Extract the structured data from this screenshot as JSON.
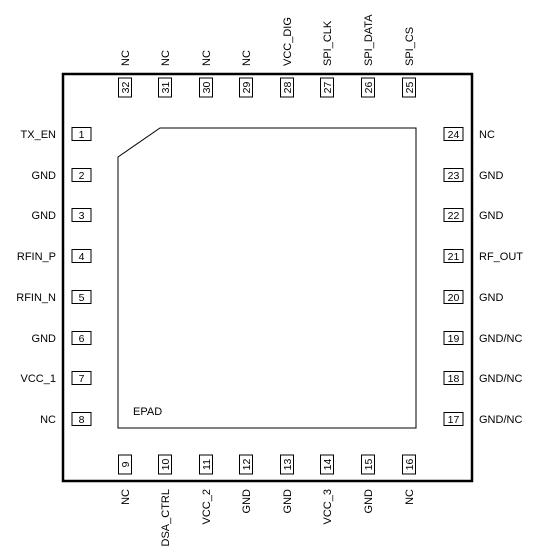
{
  "package": {
    "epad_label": "EPAD"
  },
  "pins": {
    "left": [
      {
        "number": "1",
        "name": "TX_EN"
      },
      {
        "number": "2",
        "name": "GND"
      },
      {
        "number": "3",
        "name": "GND"
      },
      {
        "number": "4",
        "name": "RFIN_P"
      },
      {
        "number": "5",
        "name": "RFIN_N"
      },
      {
        "number": "6",
        "name": "GND"
      },
      {
        "number": "7",
        "name": "VCC_1"
      },
      {
        "number": "8",
        "name": "NC"
      }
    ],
    "bottom": [
      {
        "number": "9",
        "name": "NC"
      },
      {
        "number": "10",
        "name": "DSA_CTRL"
      },
      {
        "number": "11",
        "name": "VCC_2"
      },
      {
        "number": "12",
        "name": "GND"
      },
      {
        "number": "13",
        "name": "GND"
      },
      {
        "number": "14",
        "name": "VCC_3"
      },
      {
        "number": "15",
        "name": "GND"
      },
      {
        "number": "16",
        "name": "NC"
      }
    ],
    "right": [
      {
        "number": "17",
        "name": "GND/NC"
      },
      {
        "number": "18",
        "name": "GND/NC"
      },
      {
        "number": "19",
        "name": "GND/NC"
      },
      {
        "number": "20",
        "name": "GND"
      },
      {
        "number": "21",
        "name": "RF_OUT"
      },
      {
        "number": "22",
        "name": "GND"
      },
      {
        "number": "23",
        "name": "GND"
      },
      {
        "number": "24",
        "name": "NC"
      }
    ],
    "top": [
      {
        "number": "25",
        "name": "SPI_CS"
      },
      {
        "number": "26",
        "name": "SPI_DATA"
      },
      {
        "number": "27",
        "name": "SPI_CLK"
      },
      {
        "number": "28",
        "name": "VCC_DIG"
      },
      {
        "number": "29",
        "name": "NC"
      },
      {
        "number": "30",
        "name": "NC"
      },
      {
        "number": "31",
        "name": "NC"
      },
      {
        "number": "32",
        "name": "NC"
      }
    ]
  }
}
